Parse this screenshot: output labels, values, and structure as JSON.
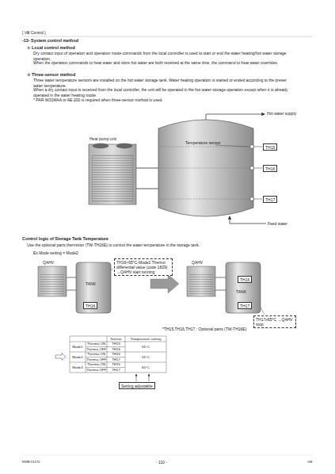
{
  "diagram": {
    "title": "-13- System control method",
    "nodes": [
      {
        "text": [
          "TH15"
        ]
      },
      {
        "text": [
          "TH16"
        ]
      },
      {
        "text": [
          "TH17"
        ]
      },
      {
        "text": [
          "TH16<65°C-Mode2 Thermo differential value (code 1829) →QAHV start running"
        ]
      },
      {
        "text": [
          "TH16"
        ]
      },
      {
        "text": [
          "TH16"
        ]
      },
      {
        "text": [
          "TH17"
        ]
      },
      {
        "text": [
          "TH17≥65°C →QAHV stop"
        ]
      },
      {
        "text": [
          "Setting adjustable"
        ]
      }
    ],
    "labels": [
      "[ Ⅷ Control ]",
      "① Local control method",
      "Dry contact input of operation and operation mode commands from the local controller is used to start or end the water heating/hot water storage operation.",
      "When the operation commands to heat water and store hot water are both received at the same time, the command to heat water overrides.",
      "② Three-sensor method",
      "Three water temperature sensors are installed on the hot water storage tank. Water heating operation is started or ended according to the preset water temperature.",
      "When a dry contact input is received from the local controller, the unit will be operated in the hot water storage operation except when it is already operated in the water heating mode.",
      "* PAR-W31MAA or AE-200 is required when three-sensor method is used.",
      "Hot water supply",
      "Heat pump unit",
      "Temperature sensor",
      "Feed water",
      "Control logic of Storage Tank Temperature",
      "Use the optional parts thermistor (TW-TH16E) to control the water temperature in the storage tank.",
      "Ex.Mode setting = Mode2",
      "QAHV",
      "TANK",
      "QAHV",
      "TANK",
      "*TH15,TH16,TH17 : Optional parts (TW-TH16E)",
      "Sensor",
      "Temperature setting",
      "Mode1",
      "Thermo-ON",
      "TH15",
      "Thermo-OFF",
      "TH16",
      "65°C",
      "Mode2",
      "Thermo-ON",
      "TH16",
      "Thermo-OFF",
      "TH17",
      "55°C",
      "Mode3",
      "Thermo-ON",
      "TH15",
      "Thermo-OFF",
      "TH17",
      "60°C",
      "HWE15170",
      "- 110 -",
      "GB"
    ]
  }
}
